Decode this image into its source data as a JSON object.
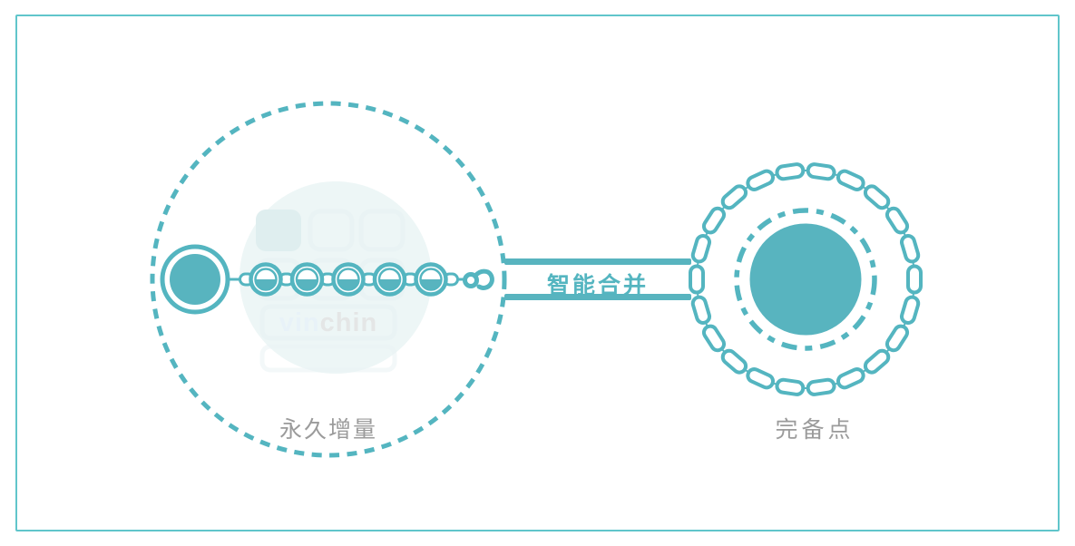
{
  "colors": {
    "teal": "#54b5c0",
    "teal_fill": "#58b4bf",
    "frame_border": "#60c5cb",
    "label_gray": "#9b9b9b",
    "watermark_fill": "#edf6f6",
    "watermark_shape": "#dfeeef",
    "watermark_border": "#e9f3f4",
    "vin_color": "#e8f2f8",
    "chin_color": "#e4e6e6"
  },
  "left_group": {
    "label": "永久增量",
    "watermark": {
      "vin": "vin",
      "chin": "chin"
    },
    "incremental_count": 5
  },
  "pipe": {
    "label": "智能合并"
  },
  "right_group": {
    "label": "完备点",
    "chain_link_count": 22
  }
}
